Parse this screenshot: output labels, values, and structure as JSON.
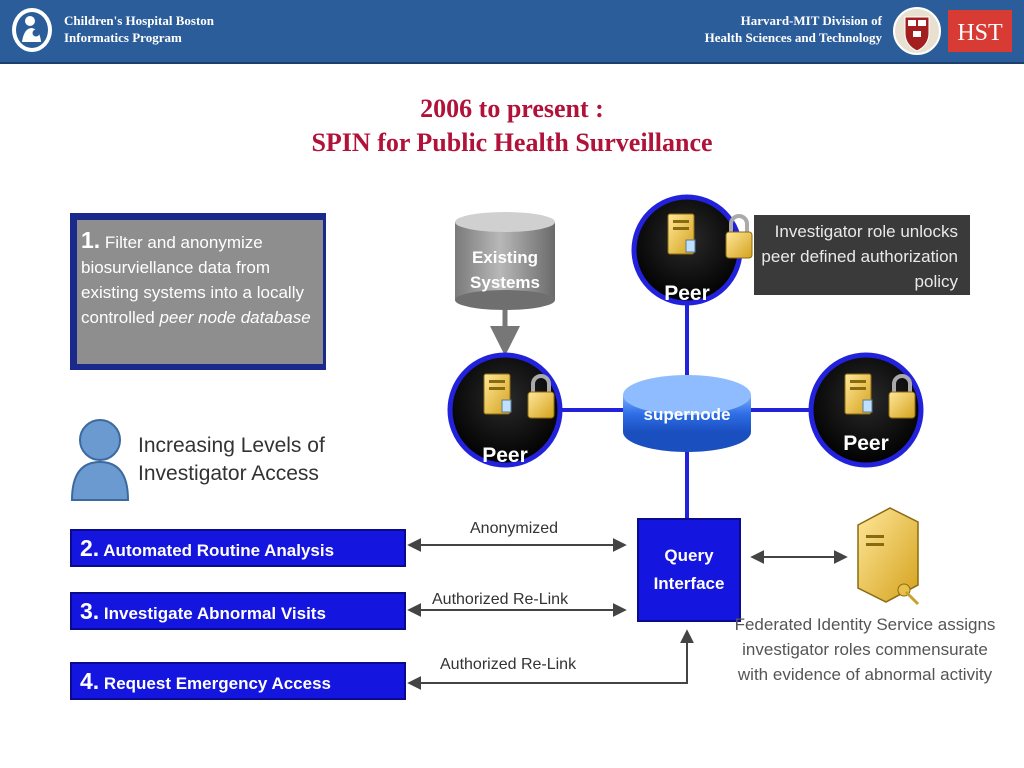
{
  "header": {
    "left_line1": "Children's Hospital Boston",
    "left_line2": "Informatics Program",
    "right_line1": "Harvard-MIT Division of",
    "right_line2": "Health Sciences and Technology",
    "hst_logo_text": "HST",
    "colors": {
      "bar": "#2b5d9a",
      "hst": "#d83a34",
      "shield": "#a31f1f"
    }
  },
  "title": {
    "line1": "2006 to present :",
    "line2": "SPIN for Public Health Surveillance",
    "color": "#b0123a"
  },
  "step1": {
    "number": "1.",
    "text_a": " Filter and anonymize biosurviellance data from existing systems into a locally controlled ",
    "text_italic": "peer node database"
  },
  "access_label": "Increasing Levels of Investigator Access",
  "steps": [
    {
      "number": "2.",
      "label": " Automated Routine Analysis"
    },
    {
      "number": "3.",
      "label": " Investigate Abnormal Visits"
    },
    {
      "number": "4.",
      "label": " Request Emergency Access"
    }
  ],
  "flows": {
    "f1": "Anonymized",
    "f2": "Authorized Re-Link",
    "f3": "Authorized Re-Link"
  },
  "existing_systems": {
    "line1": "Existing",
    "line2": "Systems"
  },
  "supernode_label": "supernode",
  "peer_label": "Peer",
  "query": {
    "line1": "Query",
    "line2": "Interface"
  },
  "investigator_role": "Investigator role unlocks peer defined authorization policy",
  "federated": "Federated Identity Service assigns investigator roles commensurate with evidence of abnormal activity",
  "colors": {
    "step_blue": "#1515e0",
    "dark_blue": "#1a2a8c",
    "connector": "#2222dd",
    "gray_arrow": "#777777"
  }
}
